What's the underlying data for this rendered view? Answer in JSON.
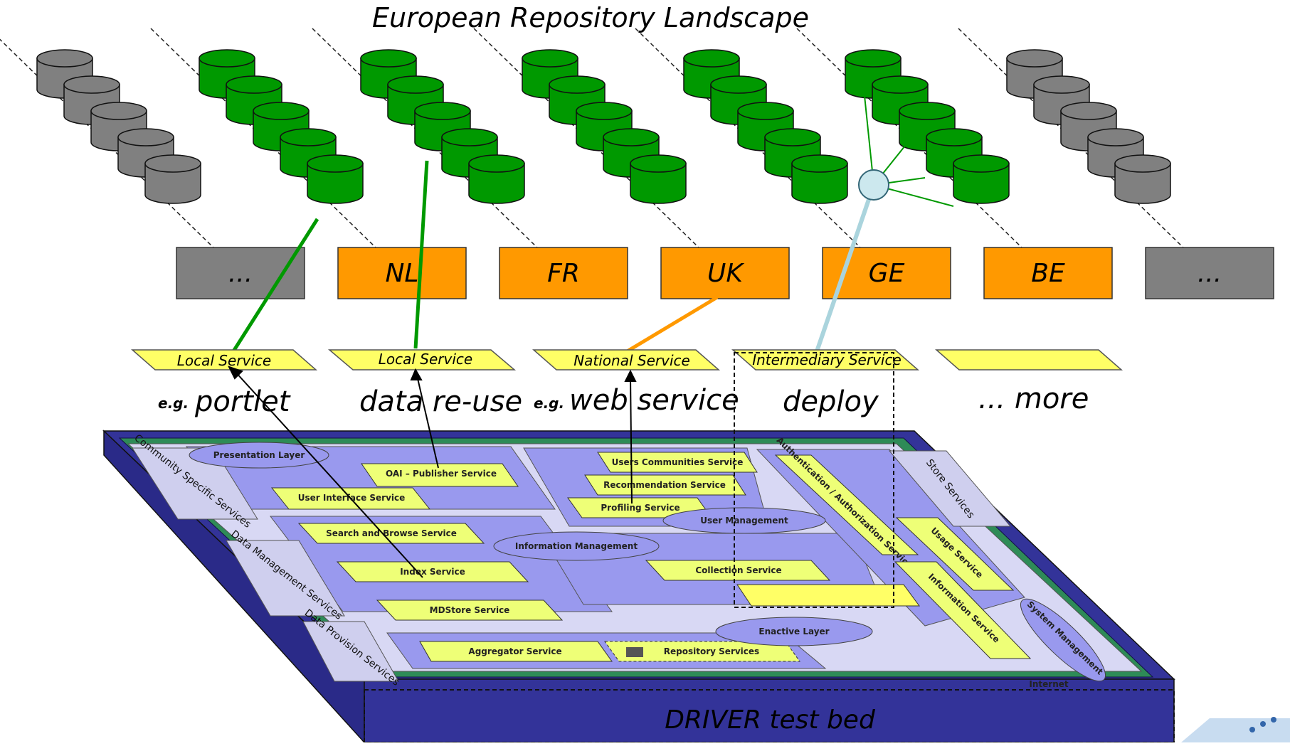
{
  "title": "European Repository Landscape",
  "countries": [
    {
      "label": "...",
      "color": "#808080"
    },
    {
      "label": "NL",
      "color": "#ff9900"
    },
    {
      "label": "FR",
      "color": "#ff9900"
    },
    {
      "label": "UK",
      "color": "#ff9900"
    },
    {
      "label": "GE",
      "color": "#ff9900"
    },
    {
      "label": "BE",
      "color": "#ff9900"
    },
    {
      "label": "...",
      "color": "#808080"
    }
  ],
  "cylinder_colors": [
    "#808080",
    "#009900",
    "#009900",
    "#009900",
    "#009900",
    "#009900",
    "#808080"
  ],
  "services": [
    {
      "label": "Local Service"
    },
    {
      "label": "Local Service"
    },
    {
      "label": "National Service"
    },
    {
      "label": "Intermediary Service"
    },
    {
      "label": ""
    }
  ],
  "usages": [
    {
      "prefix": "e.g.",
      "text": "portlet"
    },
    {
      "prefix": "",
      "text": "data re-use"
    },
    {
      "prefix": "e.g.",
      "text": "web service"
    },
    {
      "prefix": "",
      "text": "deploy"
    },
    {
      "prefix": "",
      "text": "... more"
    }
  ],
  "platform": {
    "modules": [
      "OAI – Publisher Service",
      "User Interface Service",
      "Search and Browse Service",
      "Index Service",
      "MDStore Service",
      "Aggregator Service",
      "Repository Services",
      "Users Communities Service",
      "Recommendation Service",
      "Profiling Service",
      "Collection Service",
      "Authentication / Authorization Service",
      "Usage Service",
      "Information Service"
    ],
    "layers": [
      "Presentation Layer",
      "User Management",
      "Information Management",
      "Enactive Layer",
      "System Management"
    ],
    "side_labels": [
      "Community Specific Services",
      "Data Management Services",
      "Data Provision Services",
      "Store Services"
    ],
    "network_label": "Internet",
    "bed_label": "DRIVER test bed"
  },
  "colors": {
    "green": "#009900",
    "orange": "#ff9900",
    "gray": "#808080",
    "service_yellow": "#ffff66",
    "platform_navy": "#333399",
    "platform_lilac": "#9999ee",
    "module_yellow": "#eeff77",
    "node_blue": "#cce8ee"
  }
}
